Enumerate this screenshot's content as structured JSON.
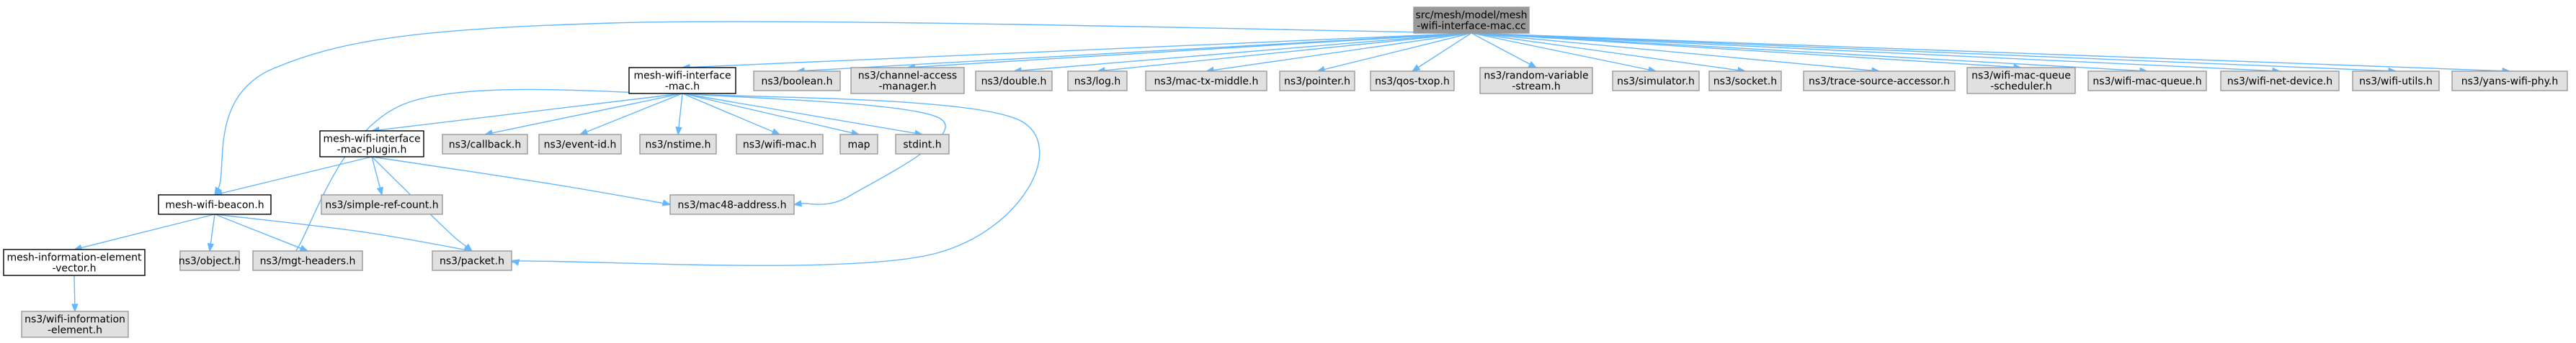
{
  "diagram": {
    "colors": {
      "root_fill": "#999999",
      "internal_fill": "#ffffff",
      "external_fill": "#e0e0e0",
      "external_stroke": "#999999",
      "internal_stroke": "#000000",
      "edge": "#63b8ff"
    },
    "nodes": [
      {
        "id": "root",
        "kind": "root",
        "lines": [
          "src/mesh/model/mesh",
          "-wifi-interface-mac.cc"
        ]
      },
      {
        "id": "mac_h",
        "kind": "internal",
        "lines": [
          "mesh-wifi-interface",
          "-mac.h"
        ]
      },
      {
        "id": "boolean",
        "kind": "external",
        "lines": [
          "ns3/boolean.h"
        ]
      },
      {
        "id": "channel_access",
        "kind": "external",
        "lines": [
          "ns3/channel-access",
          "-manager.h"
        ]
      },
      {
        "id": "double",
        "kind": "external",
        "lines": [
          "ns3/double.h"
        ]
      },
      {
        "id": "log",
        "kind": "external",
        "lines": [
          "ns3/log.h"
        ]
      },
      {
        "id": "mac_tx",
        "kind": "external",
        "lines": [
          "ns3/mac-tx-middle.h"
        ]
      },
      {
        "id": "pointer",
        "kind": "external",
        "lines": [
          "ns3/pointer.h"
        ]
      },
      {
        "id": "qos_txop",
        "kind": "external",
        "lines": [
          "ns3/qos-txop.h"
        ]
      },
      {
        "id": "random",
        "kind": "external",
        "lines": [
          "ns3/random-variable",
          "-stream.h"
        ]
      },
      {
        "id": "simulator",
        "kind": "external",
        "lines": [
          "ns3/simulator.h"
        ]
      },
      {
        "id": "socket",
        "kind": "external",
        "lines": [
          "ns3/socket.h"
        ]
      },
      {
        "id": "trace",
        "kind": "external",
        "lines": [
          "ns3/trace-source-accessor.h"
        ]
      },
      {
        "id": "queue_sched",
        "kind": "external",
        "lines": [
          "ns3/wifi-mac-queue",
          "-scheduler.h"
        ]
      },
      {
        "id": "queue",
        "kind": "external",
        "lines": [
          "ns3/wifi-mac-queue.h"
        ]
      },
      {
        "id": "net_device",
        "kind": "external",
        "lines": [
          "ns3/wifi-net-device.h"
        ]
      },
      {
        "id": "wifi_utils",
        "kind": "external",
        "lines": [
          "ns3/wifi-utils.h"
        ]
      },
      {
        "id": "yans",
        "kind": "external",
        "lines": [
          "ns3/yans-wifi-phy.h"
        ]
      },
      {
        "id": "plugin",
        "kind": "internal",
        "lines": [
          "mesh-wifi-interface",
          "-mac-plugin.h"
        ]
      },
      {
        "id": "callback",
        "kind": "external",
        "lines": [
          "ns3/callback.h"
        ]
      },
      {
        "id": "event_id",
        "kind": "external",
        "lines": [
          "ns3/event-id.h"
        ]
      },
      {
        "id": "nstime",
        "kind": "external",
        "lines": [
          "ns3/nstime.h"
        ]
      },
      {
        "id": "wifi_mac",
        "kind": "external",
        "lines": [
          "ns3/wifi-mac.h"
        ]
      },
      {
        "id": "map",
        "kind": "external",
        "lines": [
          "map"
        ]
      },
      {
        "id": "stdint",
        "kind": "external",
        "lines": [
          "stdint.h"
        ]
      },
      {
        "id": "beacon",
        "kind": "internal",
        "lines": [
          "mesh-wifi-beacon.h"
        ]
      },
      {
        "id": "simple_ref",
        "kind": "external",
        "lines": [
          "ns3/simple-ref-count.h"
        ]
      },
      {
        "id": "mac48",
        "kind": "external",
        "lines": [
          "ns3/mac48-address.h"
        ]
      },
      {
        "id": "ie_vector",
        "kind": "internal",
        "lines": [
          "mesh-information-element",
          "-vector.h"
        ]
      },
      {
        "id": "object",
        "kind": "external",
        "lines": [
          "ns3/object.h"
        ]
      },
      {
        "id": "mgt",
        "kind": "external",
        "lines": [
          "ns3/mgt-headers.h"
        ]
      },
      {
        "id": "packet",
        "kind": "external",
        "lines": [
          "ns3/packet.h"
        ]
      },
      {
        "id": "wifi_ie",
        "kind": "external",
        "lines": [
          "ns3/wifi-information",
          "-element.h"
        ]
      }
    ],
    "edges": [
      [
        "root",
        "mac_h"
      ],
      [
        "root",
        "boolean"
      ],
      [
        "root",
        "channel_access"
      ],
      [
        "root",
        "double"
      ],
      [
        "root",
        "log"
      ],
      [
        "root",
        "mac_tx"
      ],
      [
        "root",
        "pointer"
      ],
      [
        "root",
        "qos_txop"
      ],
      [
        "root",
        "random"
      ],
      [
        "root",
        "simulator"
      ],
      [
        "root",
        "socket"
      ],
      [
        "root",
        "trace"
      ],
      [
        "root",
        "queue_sched"
      ],
      [
        "root",
        "queue"
      ],
      [
        "root",
        "net_device"
      ],
      [
        "root",
        "wifi_utils"
      ],
      [
        "root",
        "yans"
      ],
      [
        "root",
        "beacon"
      ],
      [
        "mac_h",
        "plugin"
      ],
      [
        "mac_h",
        "callback"
      ],
      [
        "mac_h",
        "event_id"
      ],
      [
        "mac_h",
        "nstime"
      ],
      [
        "mac_h",
        "wifi_mac"
      ],
      [
        "mac_h",
        "map"
      ],
      [
        "mac_h",
        "stdint"
      ],
      [
        "mac_h",
        "mac48"
      ],
      [
        "mac_h",
        "packet"
      ],
      [
        "mac_h",
        "mgt"
      ],
      [
        "plugin",
        "beacon"
      ],
      [
        "plugin",
        "simple_ref"
      ],
      [
        "plugin",
        "mac48"
      ],
      [
        "plugin",
        "packet"
      ],
      [
        "beacon",
        "ie_vector"
      ],
      [
        "beacon",
        "object"
      ],
      [
        "beacon",
        "mgt"
      ],
      [
        "beacon",
        "packet"
      ],
      [
        "ie_vector",
        "wifi_ie"
      ]
    ]
  }
}
